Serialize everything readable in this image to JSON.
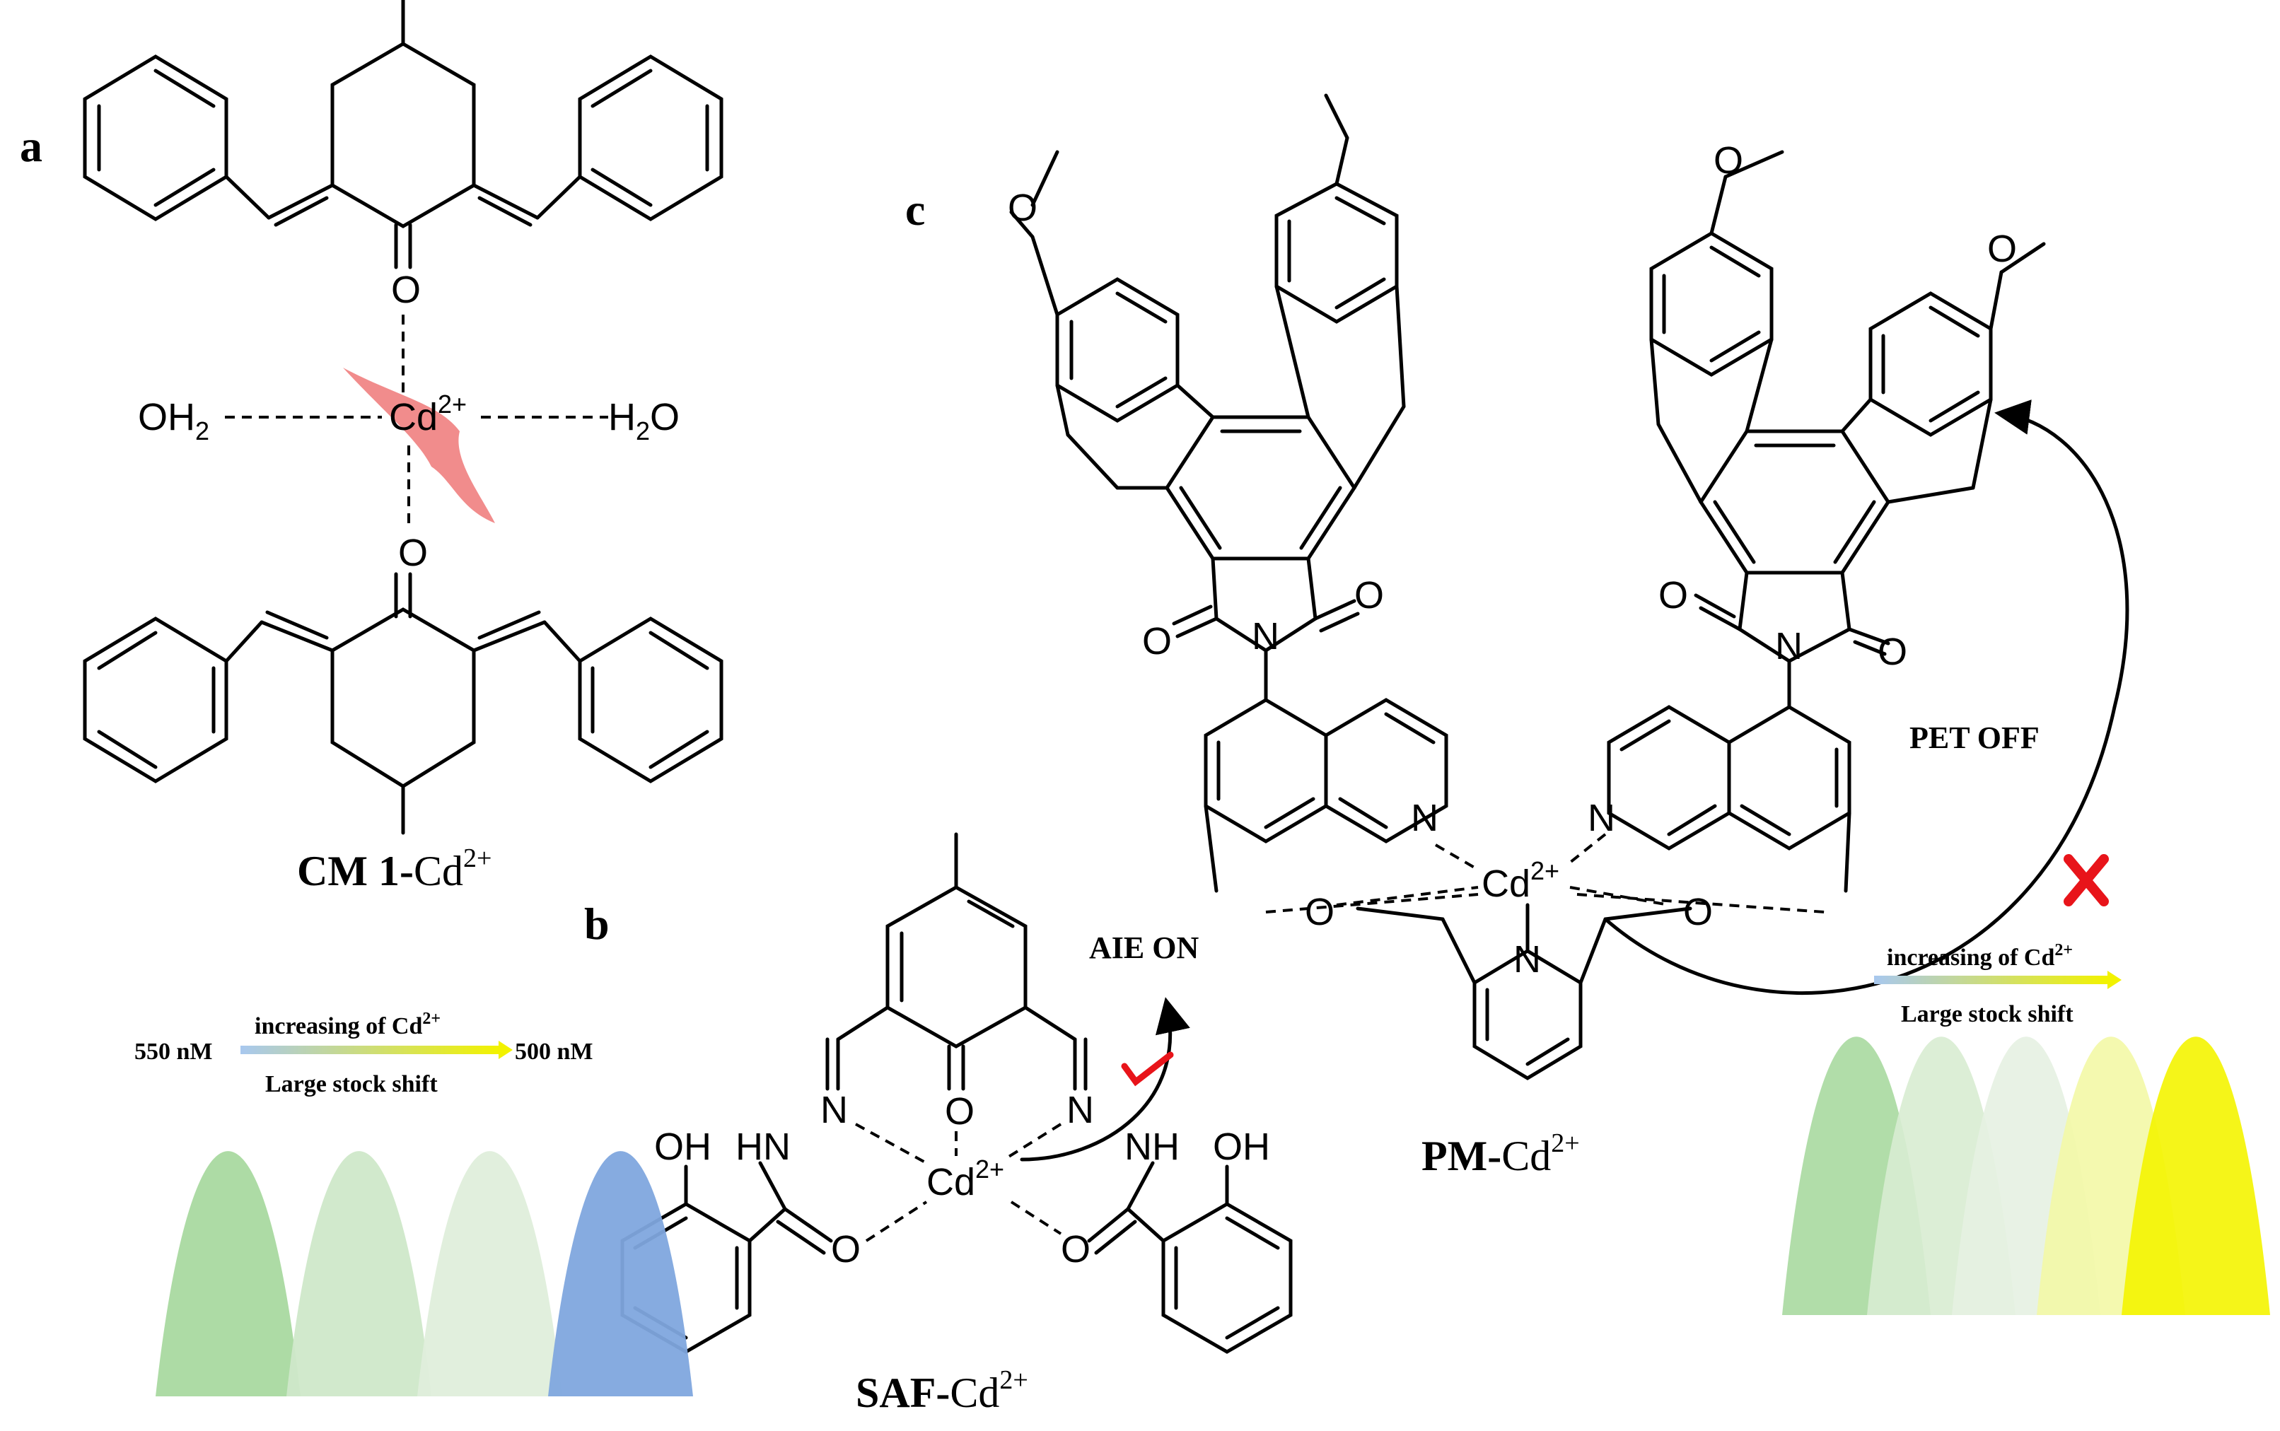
{
  "panels": {
    "a": "a",
    "b": "b",
    "c": "c"
  },
  "complex_a": {
    "name_bold": "CM 1-",
    "name_metal": "Cd",
    "name_charge": "2+",
    "metal": "Cd",
    "metal_charge": "2+",
    "ligand_left_a": "OH",
    "ligand_left_b": "2",
    "ligand_right_a": "H",
    "ligand_right_b": "2",
    "ligand_right_c": "O",
    "oxygen": "O"
  },
  "complex_b": {
    "name_bold": "SAF-",
    "name_metal": "Cd",
    "name_charge": "2+",
    "metal": "Cd",
    "metal_charge": "2+",
    "annotation": "AIE ON",
    "imine_n": "N",
    "hn_left": "HN",
    "nh_right": "NH",
    "oh": "OH",
    "oxygen": "O",
    "arrow_label": "increasing of Cd",
    "arrow_label_sup": "2+",
    "arrow_sublabel": "Large stock shift",
    "range_start": "550 nM",
    "range_end": "500 nM",
    "peak_colors": [
      "#a9d9a0",
      "#cfe8c9",
      "#dfeedb",
      "#7fa6de"
    ]
  },
  "complex_c": {
    "name_bold": "PM-",
    "name_metal": "Cd",
    "name_charge": "2+",
    "metal": "Cd",
    "metal_charge": "2+",
    "annotation": "PET OFF",
    "n": "N",
    "oxygen": "O",
    "arrow_label": "increasing of Cd",
    "arrow_label_sup": "2+",
    "arrow_sublabel": "Large stock shift",
    "peak_colors": [
      "#a9d9a0",
      "#d8ecd2",
      "#e6f1e2",
      "#f3f8a6",
      "#f4f400"
    ]
  },
  "colors": {
    "flash": "#f08080",
    "cross": "#e8141a",
    "check": "#e8141a",
    "gradient_start": "#a8c8ef",
    "gradient_end": "#f2f200"
  }
}
